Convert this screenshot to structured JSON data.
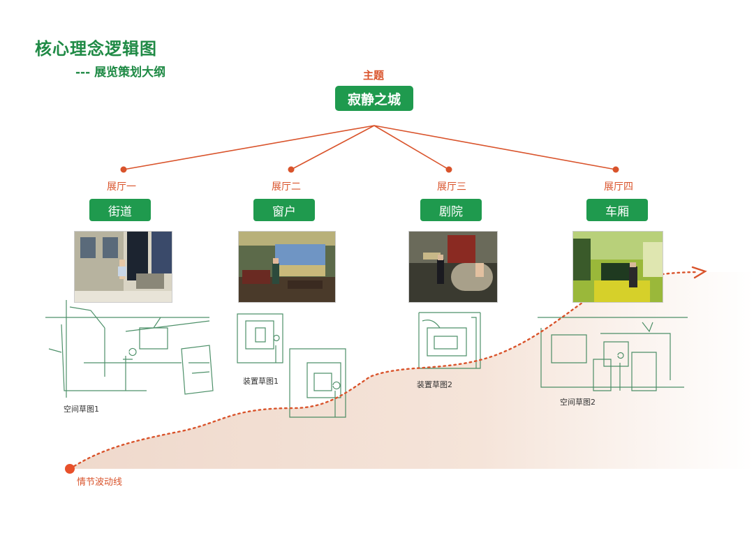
{
  "title": "核心理念逻辑图",
  "subtitle": "--- 展览策划大纲",
  "theme": {
    "label": "主题",
    "value": "寂静之城"
  },
  "halls": [
    {
      "label": "展厅一",
      "name": "街道"
    },
    {
      "label": "展厅二",
      "name": "窗户"
    },
    {
      "label": "展厅三",
      "name": "剧院"
    },
    {
      "label": "展厅四",
      "name": "车厢"
    }
  ],
  "sketch_captions": {
    "space1": "空间草图1",
    "device1": "装置草图1",
    "device2": "装置草图2",
    "space2": "空间草图2"
  },
  "flow_line_label": "情节波动线",
  "colors": {
    "green": "#1f9a4e",
    "orange": "#d9532b"
  }
}
